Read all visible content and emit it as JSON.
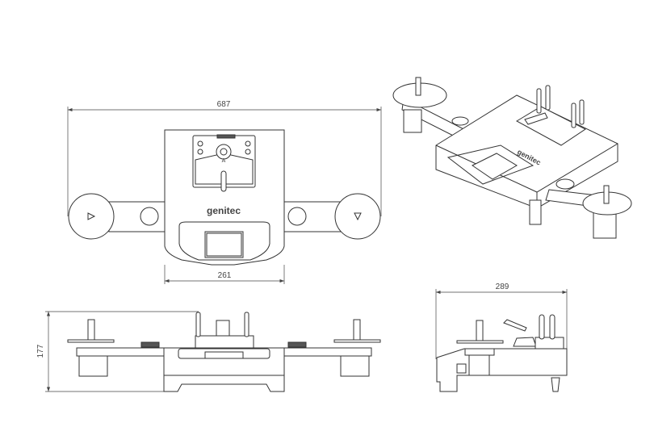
{
  "drawing": {
    "brand_logo": "genitec",
    "head_marker": "A",
    "dimensions": {
      "overall_width": "687",
      "body_width": "261",
      "height": "177",
      "depth": "289"
    }
  }
}
